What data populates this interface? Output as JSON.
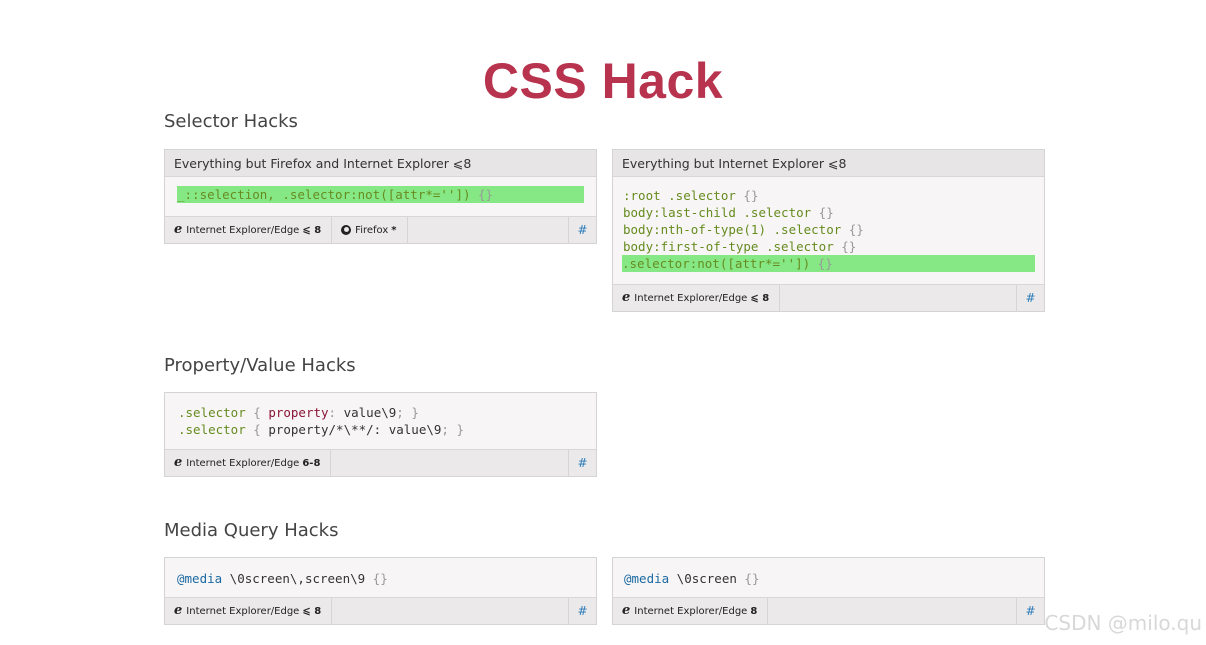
{
  "page": {
    "title": "CSS Hack"
  },
  "sections": {
    "selector": "Selector Hacks",
    "property": "Property/Value Hacks",
    "media": "Media Query Hacks"
  },
  "cards": {
    "sel1": {
      "header": "Everything but Firefox and Internet Explorer ⩽8",
      "line1": {
        "a": "_::selection, .selector:not([attr*='']) ",
        "b": "{}"
      },
      "browser1": {
        "name": "Internet Explorer/Edge",
        "ver": "⩽ 8"
      },
      "browser2": {
        "name": "Firefox",
        "ver": "*"
      },
      "hash": "#"
    },
    "sel2": {
      "header": "Everything but Internet Explorer ⩽8",
      "lines": [
        {
          "a": ":root .selector ",
          "b": "{}"
        },
        {
          "a": "body:last-child .selector ",
          "b": "{}"
        },
        {
          "a": "body:nth-of-type(1) .selector ",
          "b": "{}"
        },
        {
          "a": "body:first-of-type .selector ",
          "b": "{}"
        },
        {
          "a": ".selector:not([attr*='']) ",
          "b": "{}"
        }
      ],
      "browser1": {
        "name": "Internet Explorer/Edge",
        "ver": "⩽ 8"
      },
      "hash": "#"
    },
    "prop": {
      "line1": {
        "sel": ".selector",
        "ob": " { ",
        "prop": "property",
        "colon": ": ",
        "val": "value\\9",
        "cb": "; }"
      },
      "line2": {
        "sel": ".selector",
        "ob": " { ",
        "prop": "property/*\\**/: value\\9",
        "cb": "; }"
      },
      "browser1": {
        "name": "Internet Explorer/Edge",
        "ver": "6-8"
      },
      "hash": "#"
    },
    "media1": {
      "line1": {
        "at": "@media",
        "rest": " \\0screen\\,screen\\9 ",
        "b": "{}"
      },
      "browser1": {
        "name": "Internet Explorer/Edge",
        "ver": "⩽ 8"
      },
      "hash": "#"
    },
    "media2": {
      "line1": {
        "at": "@media",
        "rest": " \\0screen ",
        "b": "{}"
      },
      "browser1": {
        "name": "Internet Explorer/Edge",
        "ver": "8"
      },
      "hash": "#"
    }
  },
  "watermark": "CSDN @milo.qu"
}
